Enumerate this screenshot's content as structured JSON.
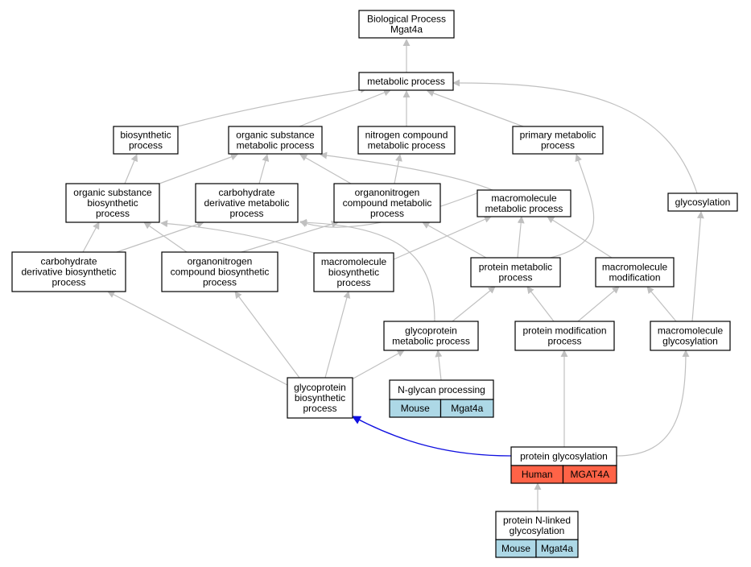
{
  "nodes": {
    "bp": [
      "Biological Process",
      "Mgat4a"
    ],
    "metabolic": [
      "metabolic process"
    ],
    "biosynthetic": [
      "biosynthetic",
      "process"
    ],
    "organic_metabolic": [
      "organic substance",
      "metabolic process"
    ],
    "nitrogen_metabolic": [
      "nitrogen compound",
      "metabolic process"
    ],
    "primary_metabolic": [
      "primary metabolic",
      "process"
    ],
    "glycosylation": [
      "glycosylation"
    ],
    "organic_biosynthetic": [
      "organic substance",
      "biosynthetic",
      "process"
    ],
    "carb_deriv_metabolic": [
      "carbohydrate",
      "derivative metabolic",
      "process"
    ],
    "organonitrogen_metabolic": [
      "organonitrogen",
      "compound metabolic",
      "process"
    ],
    "macromolecule_metabolic": [
      "macromolecule",
      "metabolic process"
    ],
    "carb_deriv_biosynthetic": [
      "carbohydrate",
      "derivative biosynthetic",
      "process"
    ],
    "organonitrogen_biosynthetic": [
      "organonitrogen",
      "compound biosynthetic",
      "process"
    ],
    "macromolecule_biosynthetic": [
      "macromolecule",
      "biosynthetic",
      "process"
    ],
    "protein_metabolic": [
      "protein metabolic",
      "process"
    ],
    "macromolecule_modification": [
      "macromolecule",
      "modification"
    ],
    "glycoprotein_metabolic": [
      "glycoprotein",
      "metabolic process"
    ],
    "protein_modification": [
      "protein modification",
      "process"
    ],
    "macromolecule_glycosylation": [
      "macromolecule",
      "glycosylation"
    ],
    "glycoprotein_biosynthetic": [
      "glycoprotein",
      "biosynthetic",
      "process"
    ],
    "nglycan": [
      "N-glycan processing"
    ],
    "protein_glycosylation": [
      "protein glycosylation"
    ],
    "protein_nlinked": [
      "protein N-linked",
      "glycosylation"
    ]
  },
  "annotations": {
    "nglycan": {
      "species": "Mouse",
      "gene": "Mgat4a",
      "color": "#add8e6"
    },
    "protein_glycosylation": {
      "species": "Human",
      "gene": "MGAT4A",
      "color": "#ff6347"
    },
    "protein_nlinked": {
      "species": "Mouse",
      "gene": "Mgat4a",
      "color": "#add8e6"
    }
  },
  "colors": {
    "edge": "#c0c0c0",
    "highlight_edge": "#1010e0",
    "border": "#000000"
  }
}
